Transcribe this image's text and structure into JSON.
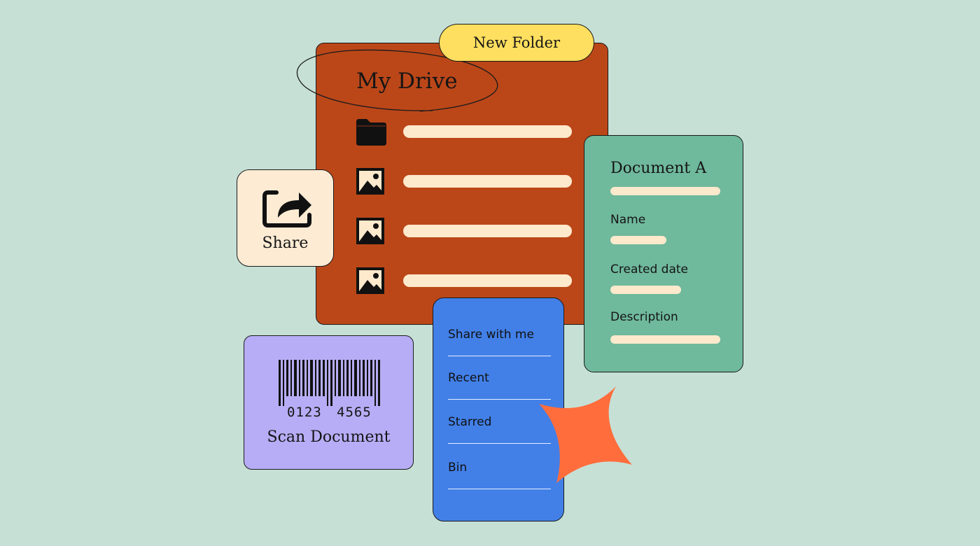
{
  "drive": {
    "title": "My Drive",
    "new_folder_label": "New Folder",
    "rows": [
      {
        "icon": "folder-icon"
      },
      {
        "icon": "image-icon"
      },
      {
        "icon": "image-icon"
      },
      {
        "icon": "image-icon"
      }
    ]
  },
  "share": {
    "label": "Share",
    "icon": "share-icon"
  },
  "document": {
    "title": "Document A",
    "fields": [
      {
        "label": "Name"
      },
      {
        "label": "Created date"
      },
      {
        "label": "Description"
      }
    ]
  },
  "scan": {
    "barcode_left": "0123",
    "barcode_right": "4565",
    "label": "Scan Document",
    "icon": "barcode-icon"
  },
  "nav": {
    "items": [
      {
        "label": "Share with me"
      },
      {
        "label": "Recent"
      },
      {
        "label": "Starred"
      },
      {
        "label": "Bin"
      }
    ]
  },
  "colors": {
    "background": "#c6e0d6",
    "drive_card": "#bb4719",
    "new_folder": "#ffdf5f",
    "share_card": "#fdebd4",
    "document_card": "#6fb99c",
    "scan_card": "#b7adf6",
    "nav_card": "#4280e8",
    "sparkle": "#ff6d3c",
    "placeholder_bar": "#fde9cc"
  }
}
